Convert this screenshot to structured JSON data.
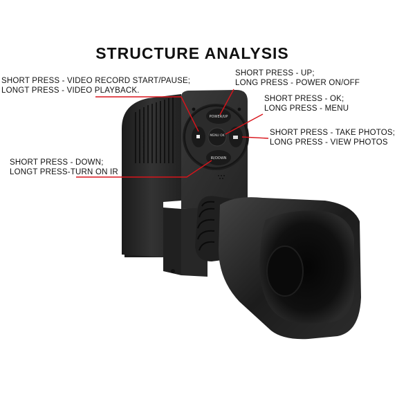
{
  "title": "STRUCTURE ANALYSIS",
  "annotations": {
    "video": {
      "line1": "SHORT PRESS - VIDEO RECORD START/PAUSE;",
      "line2": "LONGT PRESS - VIDEO PLAYBACK."
    },
    "power": {
      "line1": "SHORT PRESS - UP;",
      "line2": "LONG PRESS - POWER ON/OFF"
    },
    "menu": {
      "line1": "SHORT PRESS - OK;",
      "line2": "LONG PRESS - MENU"
    },
    "photo": {
      "line1": "SHORT PRESS - TAKE PHOTOS;",
      "line2": "LONG PRESS - VIEW PHOTOS"
    },
    "down": {
      "line1": "SHORT PRESS - DOWN;",
      "line2": "LONGT PRESS-TURN ON IR"
    }
  },
  "buttons": {
    "power_up": "POWER/UP",
    "menu_ok": "MENU OK",
    "ir_down": "IR/DOWN"
  },
  "colors": {
    "leader_line": "#d9141b",
    "body": "#2b2b2b",
    "lens_rubber": "#1a1a1a"
  }
}
